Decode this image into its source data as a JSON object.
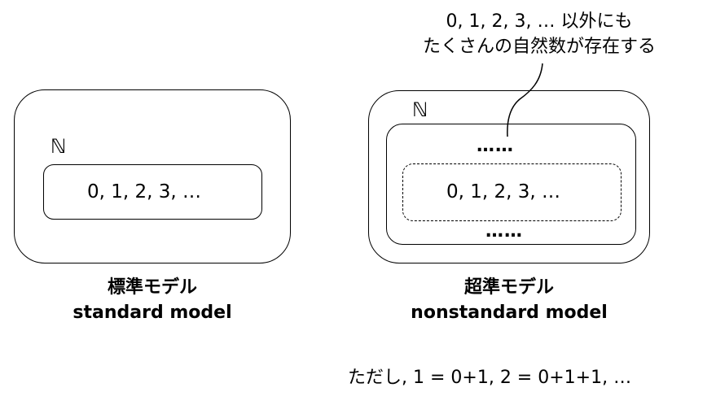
{
  "natural_symbol": "ℕ",
  "standard": {
    "sequence": "0, 1, 2, 3, …",
    "title_jp": "標準モデル",
    "title_en": "standard model"
  },
  "nonstandard": {
    "sequence": "0, 1, 2, 3, …",
    "dots_top": "……",
    "dots_bottom": "……",
    "title_jp": "超準モデル",
    "title_en": "nonstandard model"
  },
  "callout": {
    "line1": "0, 1, 2, 3, … 以外にも",
    "line2": "たくさんの自然数が存在する"
  },
  "footnote": "ただし, 1 = 0+1, 2 = 0+1+1, …"
}
